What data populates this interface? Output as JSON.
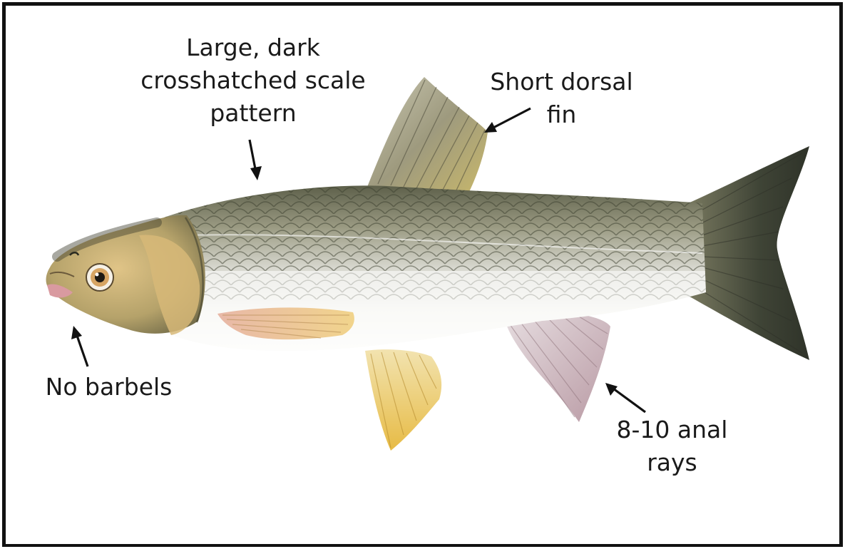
{
  "annotations": {
    "scale_pattern": {
      "lines": [
        "Large, dark",
        "crosshatched scale",
        "pattern"
      ]
    },
    "dorsal_fin": {
      "lines": [
        "Short dorsal",
        "fin"
      ]
    },
    "barbels": {
      "lines": [
        "No barbels"
      ]
    },
    "anal_rays": {
      "lines": [
        "8-10 anal",
        "rays"
      ]
    }
  },
  "colors": {
    "frame": "#111111",
    "label_text": "#1a1a1a",
    "arrow": "#111111",
    "fish_back": "#6f7055",
    "fish_belly": "#f4f3ee",
    "fin_yellow": "#e9c45a",
    "fin_pink": "#c9a2ab",
    "tail_dark": "#3f4436"
  }
}
